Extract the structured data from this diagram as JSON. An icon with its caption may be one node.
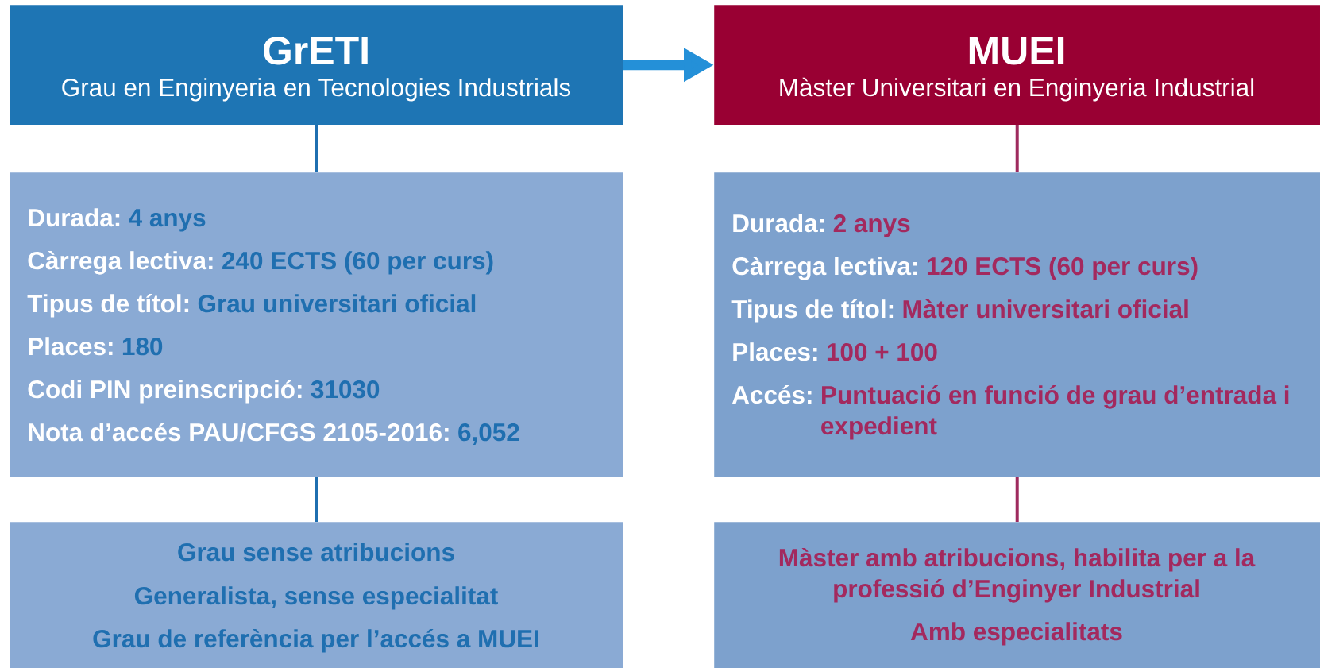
{
  "diagram": {
    "nodes": [
      {
        "text": [
          "GrETI",
          "Grau en Enginyeria en Tecnologies Industrials"
        ]
      },
      {
        "text": [
          "MUEI",
          "Màster Universitari en Enginyeria Industrial"
        ]
      },
      {
        "text": [
          "Durada:",
          "4 anys",
          "Càrrega lectiva:",
          "240 ECTS (60 per curs)",
          "Tipus de títol:",
          "Grau universitari oficial",
          "Places:",
          "180",
          "Codi PIN preinscripció:",
          "31030",
          "Nota d’accés PAU/CFGS 2105-2016:",
          "6,052"
        ]
      },
      {
        "text": [
          "Durada:",
          "2 anys",
          "Càrrega lectiva:",
          "120 ECTS (60 per curs)",
          "Tipus de títol:",
          "Màter universitari oficial",
          "Places:",
          "100 + 100",
          "Accés:",
          "Puntuació en funció de grau d’entrada i expedient"
        ]
      },
      {
        "text": [
          "Grau sense atribucions",
          "Generalista, sense especialitat",
          "Grau de referència per l’accés a MUEI"
        ]
      },
      {
        "text": [
          "Màster amb atribucions, habilita per a la professió d’Enginyer Industrial",
          "Amb especialitats"
        ]
      }
    ],
    "edges": [
      {
        "from": 0,
        "to": 1,
        "arrow": "to",
        "style": "thick",
        "color": "#2490d8"
      },
      {
        "from": 0,
        "to": 2,
        "arrow": "none"
      },
      {
        "from": 2,
        "to": 4,
        "arrow": "none"
      },
      {
        "from": 1,
        "to": 3,
        "arrow": "none",
        "color": "#9e2a5e"
      },
      {
        "from": 3,
        "to": 5,
        "arrow": "none",
        "color": "#9e2a5e"
      }
    ]
  }
}
